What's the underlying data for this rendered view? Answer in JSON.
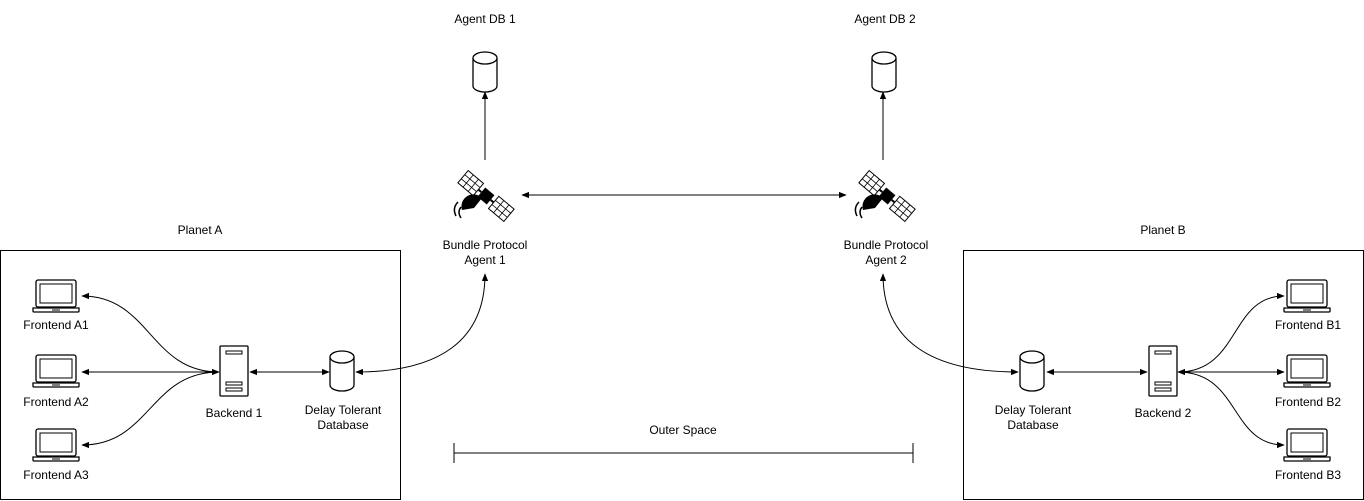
{
  "regions": {
    "planet_a": "Planet A",
    "planet_b": "Planet B",
    "outer_space": "Outer Space"
  },
  "agents": {
    "agent1": {
      "line1": "Bundle Protocol",
      "line2": "Agent 1",
      "db": "Agent DB 1"
    },
    "agent2": {
      "line1": "Bundle Protocol",
      "line2": "Agent 2",
      "db": "Agent DB 2"
    }
  },
  "planet_a": {
    "frontends": [
      "Frontend A1",
      "Frontend A2",
      "Frontend A3"
    ],
    "backend": "Backend 1",
    "database": {
      "line1": "Delay Tolerant",
      "line2": "Database"
    }
  },
  "planet_b": {
    "frontends": [
      "Frontend B1",
      "Frontend B2",
      "Frontend B3"
    ],
    "backend": "Backend 2",
    "database": {
      "line1": "Delay Tolerant",
      "line2": "Database"
    }
  }
}
